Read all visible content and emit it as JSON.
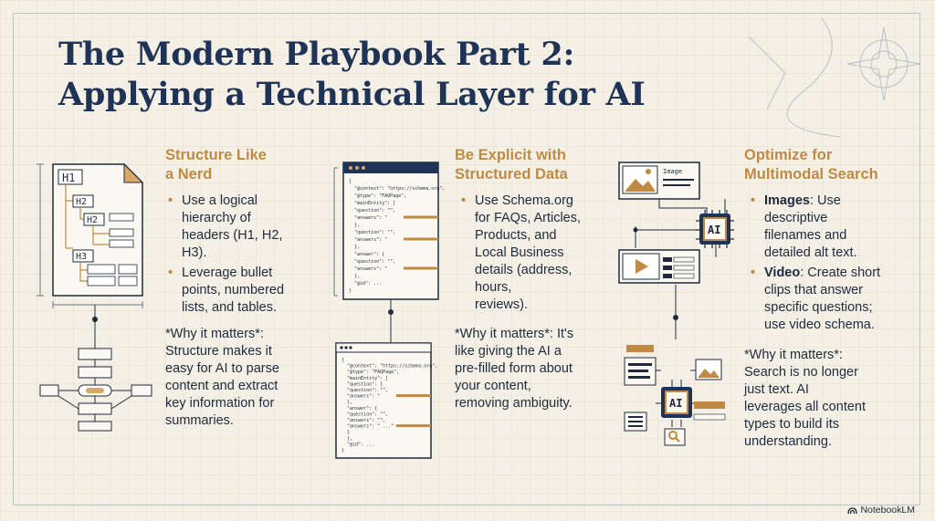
{
  "title": {
    "line1": "The Modern Playbook Part 2:",
    "line2": "Applying a Technical Layer for AI"
  },
  "columns": [
    {
      "heading_line1": "Structure Like",
      "heading_line2": "a Nerd",
      "bullets": [
        "Use a logical\nhierarchy of\nheaders (H1, H2,\nH3).",
        "Leverage bullet\npoints, numbered\nlists, and tables."
      ],
      "why": "*Why it matters*:\nStructure makes it\neasy for AI to parse\ncontent and extract\nkey information for\nsummaries."
    },
    {
      "heading_line1": "Be Explicit with",
      "heading_line2": "Structured Data",
      "bullets": [
        "Use Schema.org\nfor FAQs, Articles,\nProducts, and\nLocal Business\ndetails (address,\nhours,\nreviews)."
      ],
      "why": "*Why it matters*: It's\nlike giving the AI a\npre-filled form about\nyour content,\nremoving ambiguity."
    },
    {
      "heading_line1": "Optimize for",
      "heading_line2": "Multimodal Search",
      "bullets": [
        {
          "label": "Images",
          "text": ": Use\ndescriptive\nfilenames and\ndetailed alt text."
        },
        {
          "label": "Video",
          "text": ": Create short\nclips that answer\nspecific questions;\nuse video schema."
        }
      ],
      "why": "*Why it matters*:\nSearch is no longer\njust text. AI\nleverages all content\ntypes to build its\nunderstanding."
    }
  ],
  "illustrations": {
    "doc": {
      "h1": "H1",
      "h2a": "H2",
      "h2b": "H2",
      "h3": "H3"
    },
    "code_top": [
      "{",
      "\"@context\": \"https://schema.org\",",
      "\"@type\": \"FAQPage\",",
      "\"mainEntity\": [",
      "\"question\": \"\",",
      "\"answers\": \"",
      "},",
      "\"question\": \"\",",
      "\"answers\": \"",
      "},",
      "\"answer\": {",
      "\"question\": \"\",",
      "\"answers\": \"",
      "},",
      "\"@id\": ...",
      "}"
    ],
    "code_bottom": [
      "{",
      "\"@context\": \"https://schema.org\",",
      "\"@type\": \"FAQPage\",",
      "\"mainEntity\": [",
      "\"question\": {",
      "\"question\": \"\",",
      "\"answers\": \"",
      "},",
      "\"answer\": {",
      "\"question\": \"\",",
      "\"answers\": \"\",",
      "\"answers\": \" ...\"",
      "}",
      "},",
      "\"@id\": ...",
      "}"
    ],
    "image_card_label": "Image",
    "ai_chip": "AI",
    "ai_chip_2": "AI"
  },
  "badge": "NotebookLM",
  "colors": {
    "navy": "#1f3356",
    "accent": "#c08a45",
    "ink": "#1f2a3d",
    "paper": "#f4f0e6"
  }
}
